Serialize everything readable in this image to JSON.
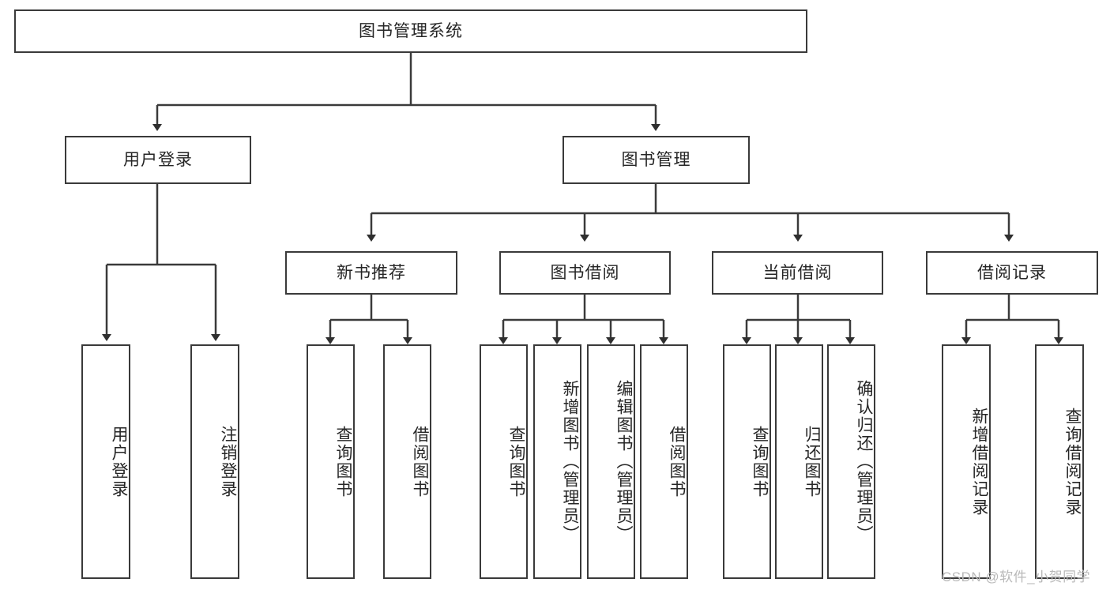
{
  "diagram": {
    "type": "hierarchy-tree",
    "title": "图书管理系统",
    "watermark": "CSDN @软件_小贺同学",
    "colors": {
      "background": "#ffffff",
      "stroke": "#3a3a3a",
      "text": "#262626",
      "watermark": "#b9b9b9"
    },
    "levels": {
      "root": {
        "label": "图书管理系统"
      },
      "level2": [
        {
          "label": "用户登录"
        },
        {
          "label": "图书管理"
        }
      ],
      "level3": [
        {
          "label": "新书推荐"
        },
        {
          "label": "图书借阅"
        },
        {
          "label": "当前借阅"
        },
        {
          "label": "借阅记录"
        }
      ],
      "leaves": [
        {
          "label": "用户登录",
          "parent": "用户登录"
        },
        {
          "label": "注销登录",
          "parent": "用户登录"
        },
        {
          "label": "查询图书",
          "parent": "新书推荐"
        },
        {
          "label": "借阅图书",
          "parent": "新书推荐"
        },
        {
          "label": "查询图书",
          "parent": "图书借阅"
        },
        {
          "label": "新增图书（管理员）",
          "parent": "图书借阅"
        },
        {
          "label": "编辑图书（管理员）",
          "parent": "图书借阅"
        },
        {
          "label": "借阅图书",
          "parent": "图书借阅"
        },
        {
          "label": "查询图书",
          "parent": "当前借阅"
        },
        {
          "label": "归还图书",
          "parent": "当前借阅"
        },
        {
          "label": "确认归还（管理员）",
          "parent": "当前借阅"
        },
        {
          "label": "新增借阅记录",
          "parent": "借阅记录"
        },
        {
          "label": "查询借阅记录",
          "parent": "借阅记录"
        }
      ]
    }
  }
}
